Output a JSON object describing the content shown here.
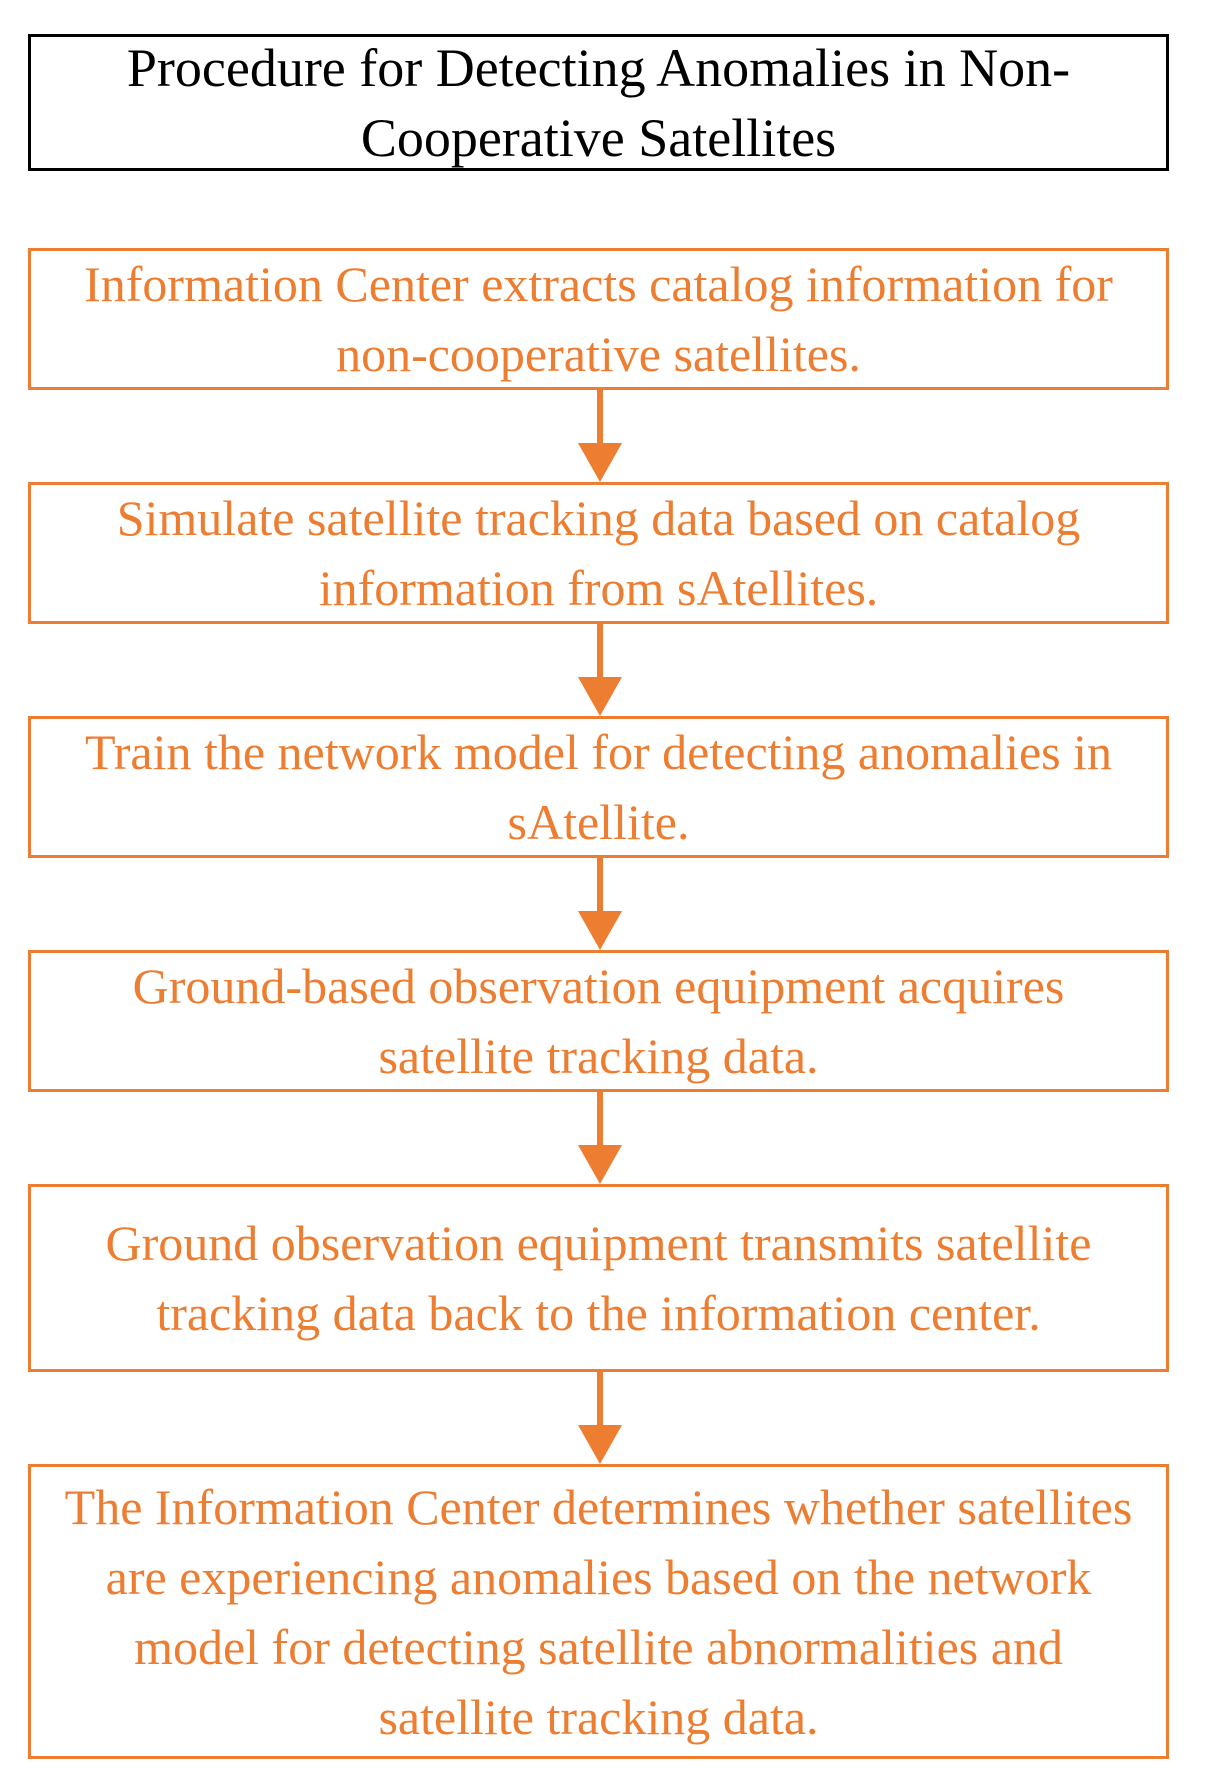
{
  "colors": {
    "title_border": "#000000",
    "step_accent": "#ED7D31",
    "background": "#FFFFFF"
  },
  "title": "Procedure for Detecting Anomalies in Non-Cooperative Satellites",
  "steps": [
    {
      "text": "Information Center extracts catalog information for non-cooperative satellites."
    },
    {
      "text": "Simulate satellite tracking data based on catalog information from sAtellites."
    },
    {
      "text": "Train the network model for detecting anomalies in sAtellite."
    },
    {
      "text": "Ground-based observation equipment acquires satellite tracking data."
    },
    {
      "text": "Ground observation equipment transmits satellite tracking data back to the information center."
    },
    {
      "text": "The Information Center determines whether satellites are experiencing anomalies based on the network model for detecting satellite abnormalities and satellite tracking data."
    }
  ]
}
